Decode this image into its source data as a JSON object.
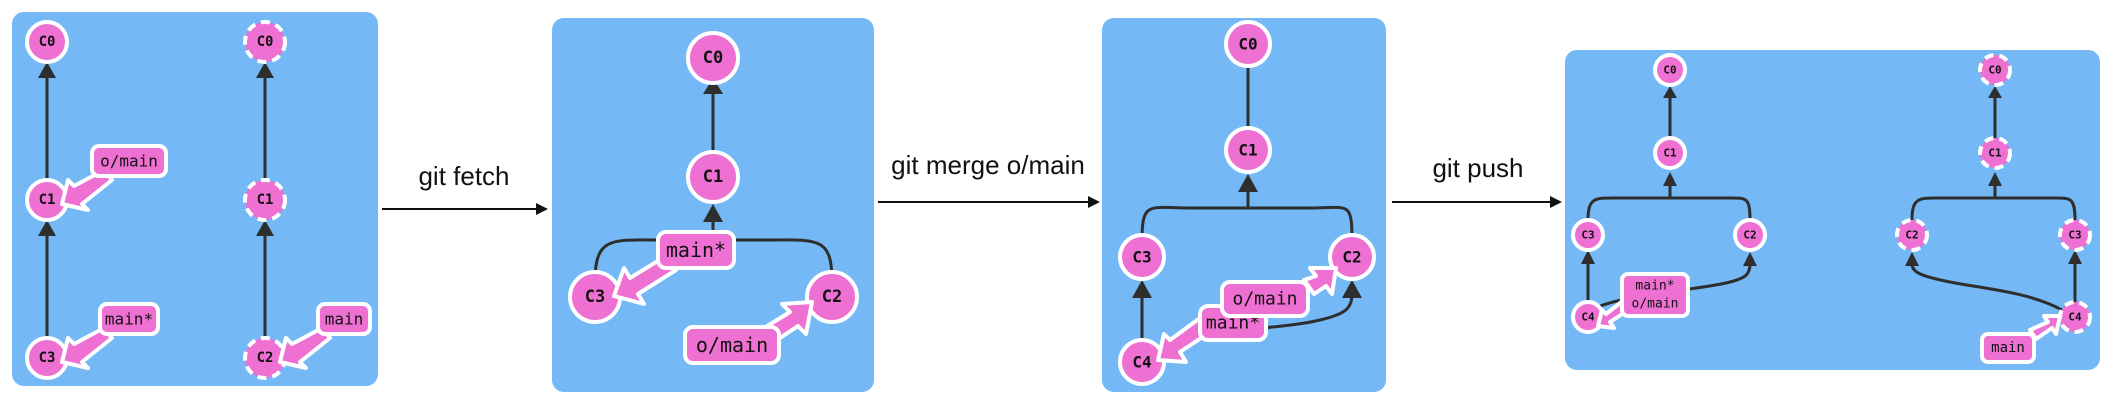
{
  "colors": {
    "panel": "#74b8f5",
    "commit": "#ee70d2",
    "edge": "#2e2e2e"
  },
  "transitions": [
    "git fetch",
    "git merge o/main",
    "git push"
  ],
  "panels": [
    {
      "id": "initial",
      "commits": [
        {
          "id": "C0",
          "label": "C0",
          "remote": false
        },
        {
          "id": "C1",
          "label": "C1",
          "remote": false
        },
        {
          "id": "C3",
          "label": "C3",
          "remote": false
        },
        {
          "id": "rC0",
          "label": "C0",
          "remote": true
        },
        {
          "id": "rC1",
          "label": "C1",
          "remote": true
        },
        {
          "id": "rC2",
          "label": "C2",
          "remote": true
        }
      ],
      "branch_labels": [
        {
          "target": "C1",
          "lines": [
            "o/main"
          ]
        },
        {
          "target": "C3",
          "lines": [
            "main*"
          ]
        },
        {
          "target": "rC2",
          "lines": [
            "main"
          ]
        }
      ]
    },
    {
      "id": "after-fetch",
      "commits": [
        {
          "id": "C0",
          "label": "C0",
          "remote": false
        },
        {
          "id": "C1",
          "label": "C1",
          "remote": false
        },
        {
          "id": "C3",
          "label": "C3",
          "remote": false
        },
        {
          "id": "C2",
          "label": "C2",
          "remote": false
        }
      ],
      "branch_labels": [
        {
          "target": "C3",
          "lines": [
            "main*"
          ]
        },
        {
          "target": "C2",
          "lines": [
            "o/main"
          ]
        }
      ]
    },
    {
      "id": "after-merge",
      "commits": [
        {
          "id": "C0",
          "label": "C0",
          "remote": false
        },
        {
          "id": "C1",
          "label": "C1",
          "remote": false
        },
        {
          "id": "C3",
          "label": "C3",
          "remote": false
        },
        {
          "id": "C2",
          "label": "C2",
          "remote": false
        },
        {
          "id": "C4",
          "label": "C4",
          "remote": false
        }
      ],
      "branch_labels": [
        {
          "target": "C4",
          "lines": [
            "main*"
          ]
        },
        {
          "target": "C2",
          "lines": [
            "o/main"
          ]
        }
      ]
    },
    {
      "id": "after-push",
      "commits": [
        {
          "id": "C0",
          "label": "C0",
          "remote": false
        },
        {
          "id": "C1",
          "label": "C1",
          "remote": false
        },
        {
          "id": "C3",
          "label": "C3",
          "remote": false
        },
        {
          "id": "C2",
          "label": "C2",
          "remote": false
        },
        {
          "id": "C4",
          "label": "C4",
          "remote": false
        },
        {
          "id": "rC0",
          "label": "C0",
          "remote": true
        },
        {
          "id": "rC1",
          "label": "C1",
          "remote": true
        },
        {
          "id": "rC2",
          "label": "C2",
          "remote": true
        },
        {
          "id": "rC3",
          "label": "C3",
          "remote": true
        },
        {
          "id": "rC4",
          "label": "C4",
          "remote": true
        }
      ],
      "branch_labels": [
        {
          "target": "C4",
          "lines": [
            "main*",
            "o/main"
          ]
        },
        {
          "target": "rC4",
          "lines": [
            "main"
          ]
        }
      ]
    }
  ]
}
